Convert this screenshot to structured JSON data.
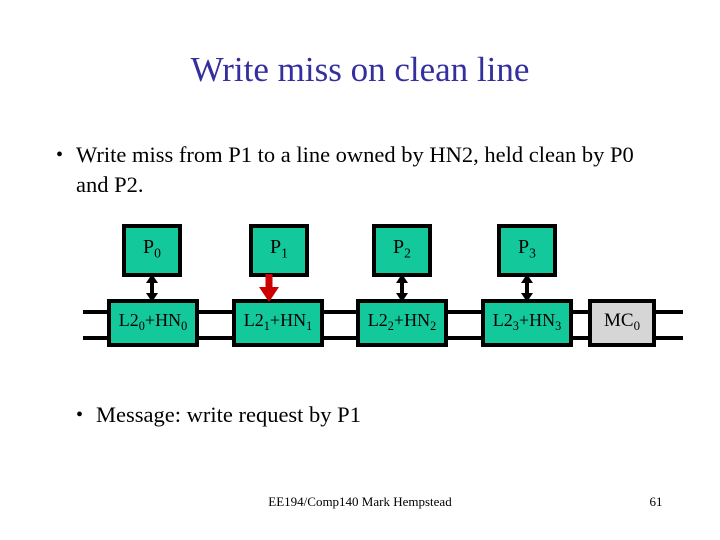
{
  "slide": {
    "title": "Write miss on clean line",
    "title_color": "#332f9e",
    "bullet_marker": "•",
    "bullets": [
      {
        "text": "Write miss from P1 to a line owned by HN2, held clean by P0 and P2."
      },
      {
        "text": "Message: write request by P1"
      }
    ],
    "footer": {
      "credit": "EE194/Comp140 Mark Hempstead",
      "page_number": "61"
    }
  },
  "diagram": {
    "processor_fill": "#13c89b",
    "cache_fill": "#13c89b",
    "memory_controller_fill": "#d6d6d6",
    "bus_color": "#000000",
    "active_arrow_color": "#cc0000",
    "idle_arrow_color": "#000000",
    "processors": [
      {
        "name": "P",
        "index": "0"
      },
      {
        "name": "P",
        "index": "1"
      },
      {
        "name": "P",
        "index": "2"
      },
      {
        "name": "P",
        "index": "3"
      }
    ],
    "caches": [
      {
        "name": "L2",
        "index": "0",
        "home_node": "+HN",
        "home_index": "0"
      },
      {
        "name": "L2",
        "index": "1",
        "home_node": "+HN",
        "home_index": "1"
      },
      {
        "name": "L2",
        "index": "2",
        "home_node": "+HN",
        "home_index": "2"
      },
      {
        "name": "L2",
        "index": "3",
        "home_node": "+HN",
        "home_index": "3"
      }
    ],
    "memory_controller": {
      "name": "MC",
      "index": "0"
    },
    "connectors": [
      {
        "style": "bidirectional",
        "color": "#000000"
      },
      {
        "style": "down-active",
        "color": "#cc0000"
      },
      {
        "style": "bidirectional",
        "color": "#000000"
      },
      {
        "style": "bidirectional",
        "color": "#000000"
      }
    ]
  }
}
